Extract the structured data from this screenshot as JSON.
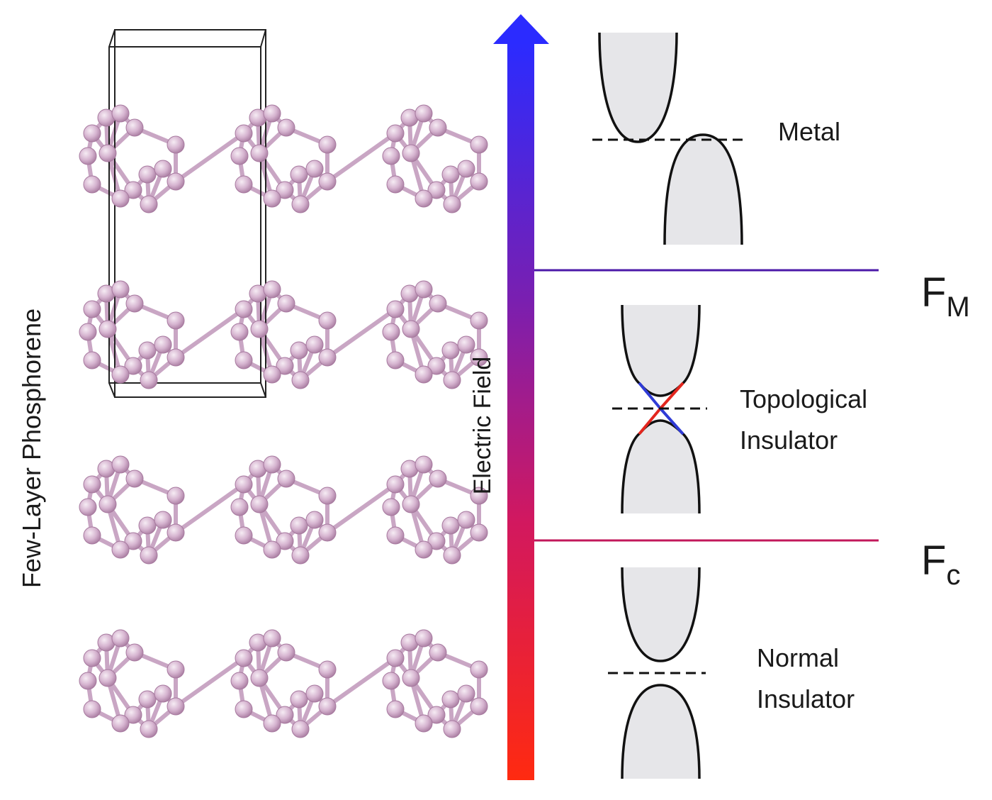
{
  "labels": {
    "structure": "Few-Layer Phosphorene",
    "field_axis": "Electric Field",
    "phase_metal": "Metal",
    "phase_topological_line1": "Topological",
    "phase_topological_line2": "Insulator",
    "phase_normal_line1": "Normal",
    "phase_normal_line2": "Insulator",
    "threshold_upper_main": "F",
    "threshold_upper_sub": "M",
    "threshold_lower_main": "F",
    "threshold_lower_sub": "c"
  },
  "colors": {
    "atom": "#d6b4d0",
    "atom_edge": "#a77a9f",
    "bond": "#c9a6c4",
    "cell_edge": "#222222",
    "arrow_top": "#2b2bff",
    "arrow_bottom": "#ff2a10",
    "line_fm": "#4b1aa8",
    "line_fc": "#c2185b",
    "band_fill": "#e6e6e9",
    "band_edge": "#111111",
    "edge_state_blue": "#2f3bd6",
    "edge_state_red": "#e3261e"
  },
  "structure": {
    "layer_count": 4
  }
}
